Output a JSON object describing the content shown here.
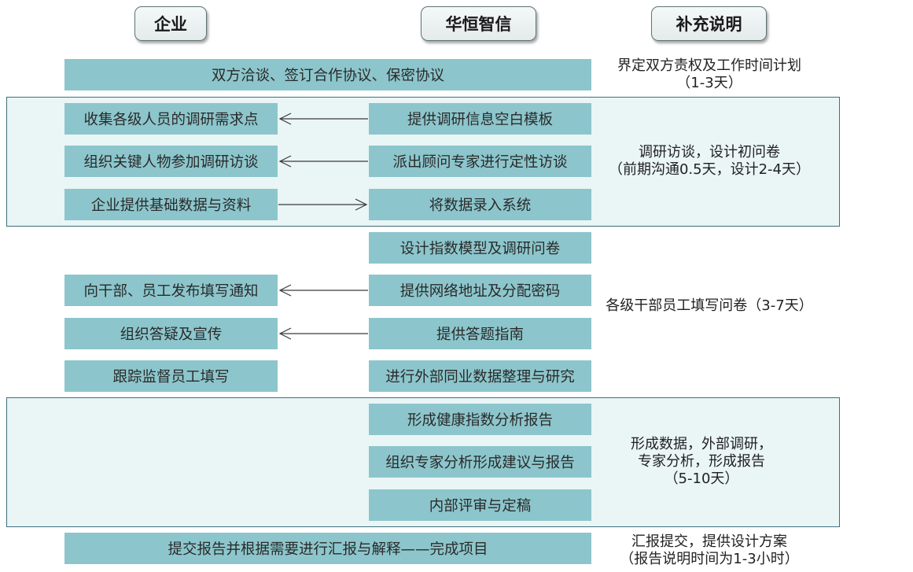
{
  "headers": {
    "company": "企业",
    "huaheng": "华恒智信",
    "notes": "补充说明"
  },
  "steps": {
    "negotiate": "双方洽谈、签订合作协议、保密协议",
    "collect_needs": "收集各级人员的调研需求点",
    "provide_template": "提供调研信息空白模板",
    "organize_interview": "组织关键人物参加调研访谈",
    "send_consultants": "派出顾问专家进行定性访谈",
    "provide_data": "企业提供基础数据与资料",
    "enter_data": "将数据录入系统",
    "design_model": "设计指数模型及调研问卷",
    "notify_staff": "向干部、员工发布填写通知",
    "provide_url": "提供网络地址及分配密码",
    "organize_qa": "组织答疑及宣传",
    "provide_guide": "提供答题指南",
    "track_filling": "跟踪监督员工填写",
    "external_research": "进行外部同业数据整理与研究",
    "health_report": "形成健康指数分析报告",
    "expert_analysis": "组织专家分析形成建议与报告",
    "review": "内部评审与定稿",
    "submit_report": "提交报告并根据需要进行汇报与解释——完成项目"
  },
  "notes": {
    "n1_line1": "界定双方责权及工作时间计划",
    "n1_line2": "（1-3天）",
    "n2_line1": "调研访谈，设计初问卷",
    "n2_line2": "（前期沟通0.5天，设计2-4天）",
    "n3_line1": "各级干部员工填写问卷（3-7天）",
    "n4_line1": "形成数据，外部调研，",
    "n4_line2": "专家分析，形成报告",
    "n4_line3": "（5-10天）",
    "n5_line1": "汇报提交，提供设计方案",
    "n5_line2": "（报告说明时间为1-3小时）"
  },
  "colors": {
    "box_fill": "#8cc6cc",
    "region_fill": "#eaf5f6",
    "region_border": "#3e6f7c",
    "arrow": "#3a3a3a"
  }
}
